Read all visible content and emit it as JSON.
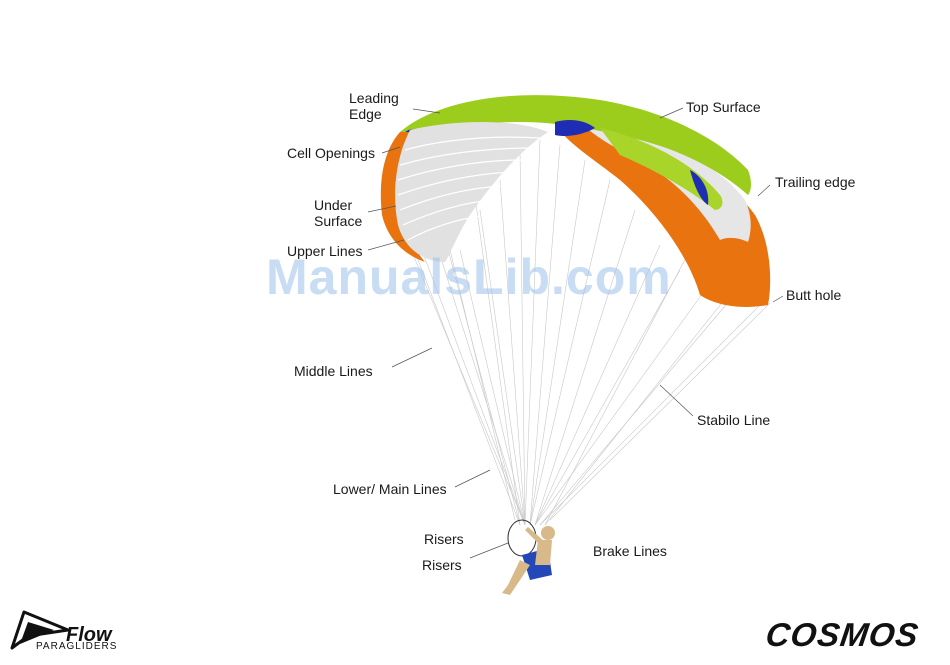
{
  "labels": {
    "leading_edge": [
      "Leading",
      "Edge"
    ],
    "cell_openings": "Cell Openings",
    "under_surface": [
      "Under",
      "Surface"
    ],
    "upper_lines": "Upper Lines",
    "top_surface": "Top Surface",
    "trailing_edge": "Trailing edge",
    "butt_hole": "Butt hole",
    "middle_lines": "Middle Lines",
    "stabilo_line": "Stabilo Line",
    "lower_main_lines": "Lower/ Main Lines",
    "risers_1": "Risers",
    "risers_2": "Risers",
    "brake_lines": "Brake Lines"
  },
  "watermark": "ManualsLib.com",
  "brands": {
    "flow_logo": "Flow",
    "flow_sub": "PARAGLIDERS",
    "cosmos": "COSMOS"
  },
  "colors": {
    "orange": "#e8730f",
    "lime": "#9ccc1c",
    "white_gray": "#ececec",
    "blue": "#1f2db5",
    "watermark": "#9cc3ea"
  }
}
